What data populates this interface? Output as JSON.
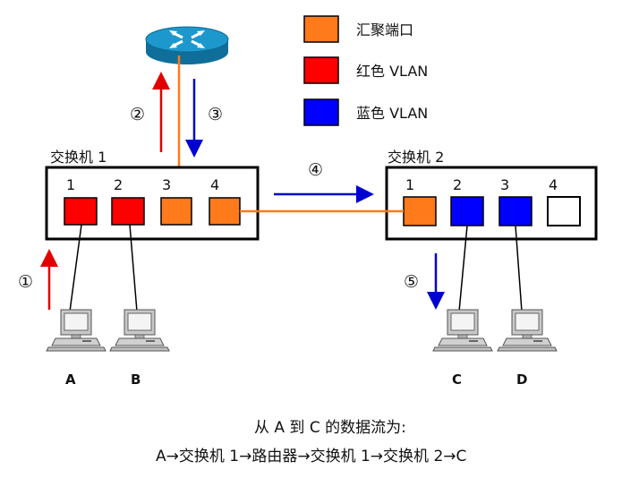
{
  "legend": [
    {
      "label": "汇聚端口",
      "color": "#ff7a1a"
    },
    {
      "label": "红色 VLAN",
      "color": "#ff0000"
    },
    {
      "label": "蓝色 VLAN",
      "color": "#0000ff"
    }
  ],
  "switch1": {
    "title": "交换机 1",
    "ports": [
      {
        "num": "1",
        "color": "#ff0000"
      },
      {
        "num": "2",
        "color": "#ff0000"
      },
      {
        "num": "3",
        "color": "#ff7a1a"
      },
      {
        "num": "4",
        "color": "#ff7a1a"
      }
    ]
  },
  "switch2": {
    "title": "交换机 2",
    "ports": [
      {
        "num": "1",
        "color": "#ff7a1a"
      },
      {
        "num": "2",
        "color": "#0000ff"
      },
      {
        "num": "3",
        "color": "#0000ff"
      },
      {
        "num": "4",
        "color": "#ffffff"
      }
    ]
  },
  "computers": [
    "A",
    "B",
    "C",
    "D"
  ],
  "steps": [
    "①",
    "②",
    "③",
    "④",
    "⑤"
  ],
  "caption": {
    "line1": "从 A 到 C 的数据流为:",
    "line2": "A→交换机 1→路由器→交换机 1→交换机 2→C"
  },
  "colors": {
    "trunk": "#ff7a1a",
    "red": "#ff0000",
    "blue": "#0000ff",
    "router": "#1d98cc"
  },
  "icons": [
    "router-icon",
    "computer-icon",
    "arrow-up-icon",
    "arrow-down-icon",
    "arrow-right-icon"
  ]
}
